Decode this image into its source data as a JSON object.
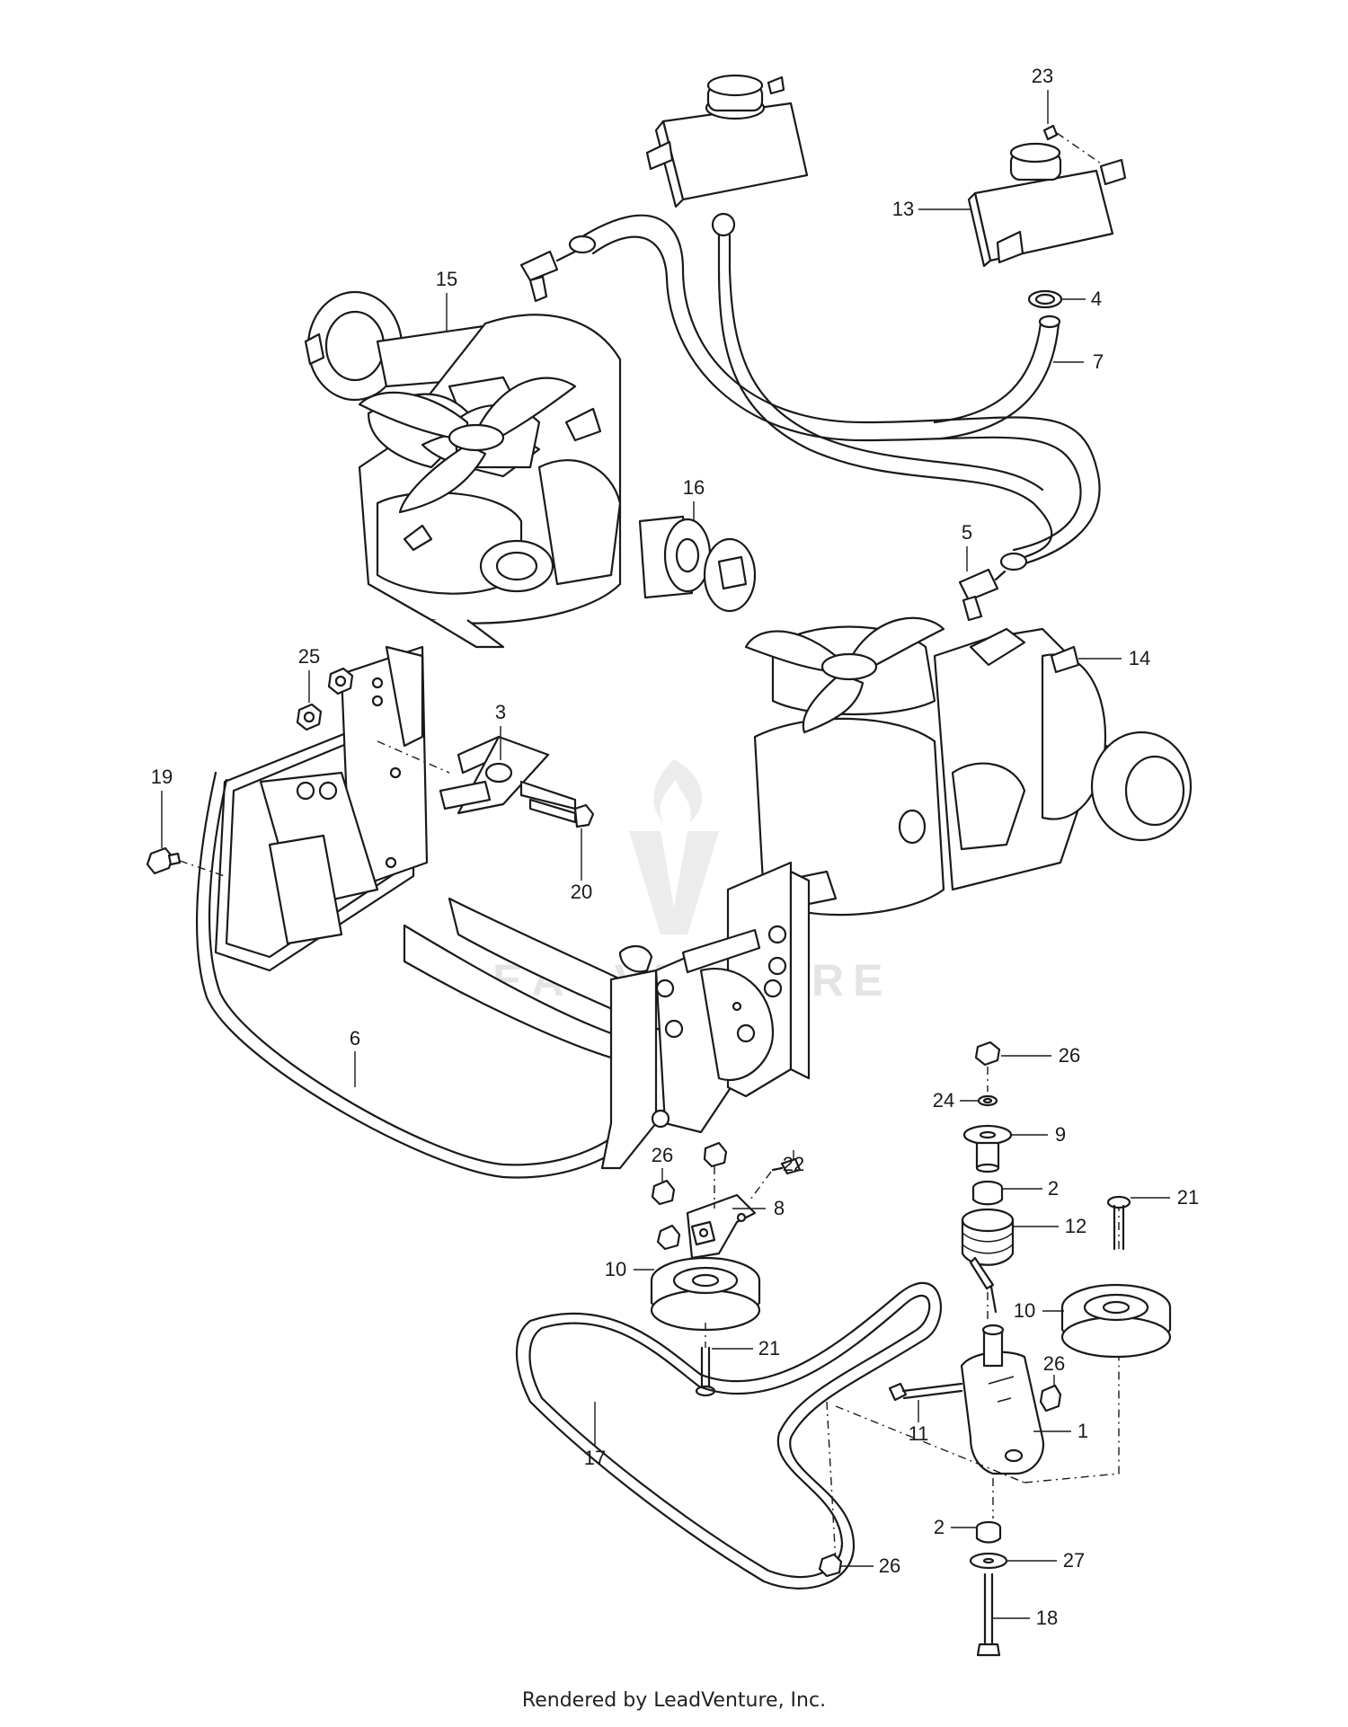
{
  "footer": "Rendered by LeadVenture, Inc.",
  "watermark": {
    "text": "LEADVENTURE",
    "color": "#e4e4e4"
  },
  "callouts": [
    {
      "id": "23",
      "label": "23"
    },
    {
      "id": "13",
      "label": "13"
    },
    {
      "id": "4",
      "label": "4"
    },
    {
      "id": "7",
      "label": "7"
    },
    {
      "id": "15",
      "label": "15"
    },
    {
      "id": "16",
      "label": "16"
    },
    {
      "id": "5",
      "label": "5"
    },
    {
      "id": "14",
      "label": "14"
    },
    {
      "id": "25",
      "label": "25"
    },
    {
      "id": "3",
      "label": "3"
    },
    {
      "id": "19",
      "label": "19"
    },
    {
      "id": "20",
      "label": "20"
    },
    {
      "id": "6",
      "label": "6"
    },
    {
      "id": "26a",
      "label": "26"
    },
    {
      "id": "24",
      "label": "24"
    },
    {
      "id": "9",
      "label": "9"
    },
    {
      "id": "2a",
      "label": "2"
    },
    {
      "id": "21a",
      "label": "21"
    },
    {
      "id": "12",
      "label": "12"
    },
    {
      "id": "26b",
      "label": "26"
    },
    {
      "id": "22",
      "label": "22"
    },
    {
      "id": "8",
      "label": "8"
    },
    {
      "id": "10a",
      "label": "10"
    },
    {
      "id": "21b",
      "label": "21"
    },
    {
      "id": "10b",
      "label": "10"
    },
    {
      "id": "26c",
      "label": "26"
    },
    {
      "id": "11",
      "label": "11"
    },
    {
      "id": "1",
      "label": "1"
    },
    {
      "id": "17",
      "label": "17"
    },
    {
      "id": "2b",
      "label": "2"
    },
    {
      "id": "26d",
      "label": "26"
    },
    {
      "id": "27",
      "label": "27"
    },
    {
      "id": "18",
      "label": "18"
    }
  ]
}
